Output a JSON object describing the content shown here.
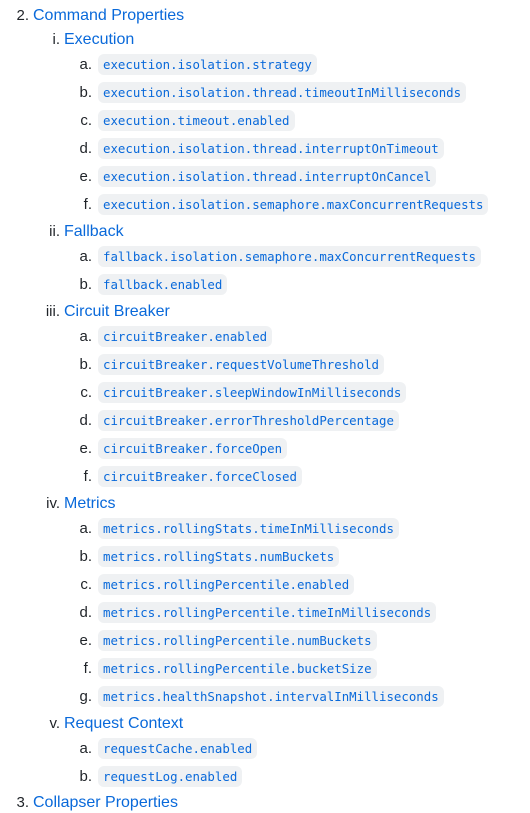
{
  "section": {
    "num": "2.",
    "title": "Command Properties"
  },
  "groups": [
    {
      "num": "i.",
      "title": "Execution",
      "items": [
        {
          "num": "a.",
          "code": "execution.isolation.strategy"
        },
        {
          "num": "b.",
          "code": "execution.isolation.thread.timeoutInMilliseconds"
        },
        {
          "num": "c.",
          "code": "execution.timeout.enabled"
        },
        {
          "num": "d.",
          "code": "execution.isolation.thread.interruptOnTimeout"
        },
        {
          "num": "e.",
          "code": "execution.isolation.thread.interruptOnCancel"
        },
        {
          "num": "f.",
          "code": "execution.isolation.semaphore.maxConcurrentRequests"
        }
      ]
    },
    {
      "num": "ii.",
      "title": "Fallback",
      "items": [
        {
          "num": "a.",
          "code": "fallback.isolation.semaphore.maxConcurrentRequests"
        },
        {
          "num": "b.",
          "code": "fallback.enabled"
        }
      ]
    },
    {
      "num": "iii.",
      "title": "Circuit Breaker",
      "items": [
        {
          "num": "a.",
          "code": "circuitBreaker.enabled"
        },
        {
          "num": "b.",
          "code": "circuitBreaker.requestVolumeThreshold"
        },
        {
          "num": "c.",
          "code": "circuitBreaker.sleepWindowInMilliseconds"
        },
        {
          "num": "d.",
          "code": "circuitBreaker.errorThresholdPercentage"
        },
        {
          "num": "e.",
          "code": "circuitBreaker.forceOpen"
        },
        {
          "num": "f.",
          "code": "circuitBreaker.forceClosed"
        }
      ]
    },
    {
      "num": "iv.",
      "title": "Metrics",
      "items": [
        {
          "num": "a.",
          "code": "metrics.rollingStats.timeInMilliseconds"
        },
        {
          "num": "b.",
          "code": "metrics.rollingStats.numBuckets"
        },
        {
          "num": "c.",
          "code": "metrics.rollingPercentile.enabled"
        },
        {
          "num": "d.",
          "code": "metrics.rollingPercentile.timeInMilliseconds"
        },
        {
          "num": "e.",
          "code": "metrics.rollingPercentile.numBuckets"
        },
        {
          "num": "f.",
          "code": "metrics.rollingPercentile.bucketSize"
        },
        {
          "num": "g.",
          "code": "metrics.healthSnapshot.intervalInMilliseconds"
        }
      ]
    },
    {
      "num": "v.",
      "title": "Request Context",
      "items": [
        {
          "num": "a.",
          "code": "requestCache.enabled"
        },
        {
          "num": "b.",
          "code": "requestLog.enabled"
        }
      ]
    }
  ],
  "next_section": {
    "num": "3.",
    "title": "Collapser Properties"
  }
}
